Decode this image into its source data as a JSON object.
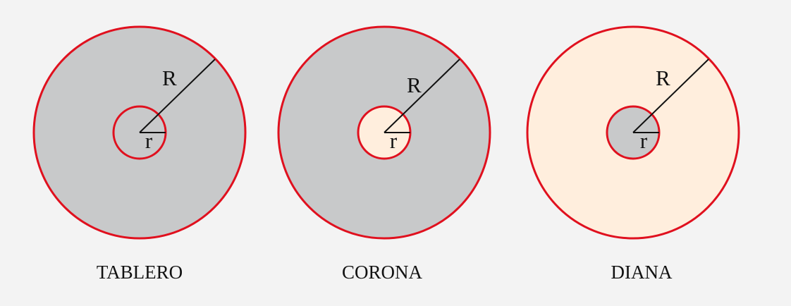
{
  "colors": {
    "background": "#f3f3f3",
    "outline": "#e0101e",
    "gray_region": "#c8c9ca",
    "cream_region": "#ffeedd",
    "radius_line": "#111111"
  },
  "diagrams": [
    {
      "caption": "TABLERO",
      "big_radius_label": "R",
      "small_radius_label": "r",
      "outer_region_fill": "gray",
      "inner_region_fill": "gray"
    },
    {
      "caption": "CORONA",
      "big_radius_label": "R",
      "small_radius_label": "r",
      "outer_region_fill": "gray",
      "inner_region_fill": "cream"
    },
    {
      "caption": "DIANA",
      "big_radius_label": "R",
      "small_radius_label": "r",
      "outer_region_fill": "cream",
      "inner_region_fill": "gray"
    }
  ]
}
